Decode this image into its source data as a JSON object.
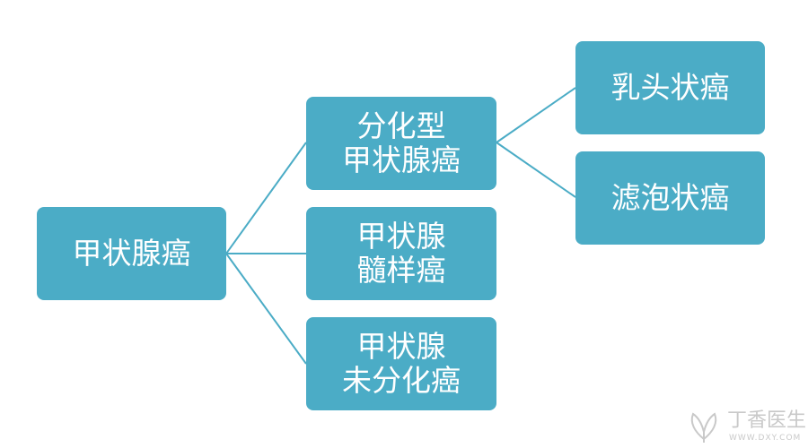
{
  "diagram": {
    "root": {
      "label": "甲状腺癌"
    },
    "level1": [
      {
        "lines": [
          "分化型",
          "甲状腺癌"
        ]
      },
      {
        "lines": [
          "甲状腺",
          "髓样癌"
        ]
      },
      {
        "lines": [
          "甲状腺",
          "未分化癌"
        ]
      }
    ],
    "level2": [
      {
        "label": "乳头状癌"
      },
      {
        "label": "滤泡状癌"
      }
    ],
    "colors": {
      "node_fill": "#4bacc6",
      "connector": "#4bacc6",
      "text": "#ffffff"
    }
  },
  "watermark": {
    "text": "丁香医生",
    "subtext": "WWW.DXY.COM",
    "icon": "butterfly-logo-icon"
  }
}
